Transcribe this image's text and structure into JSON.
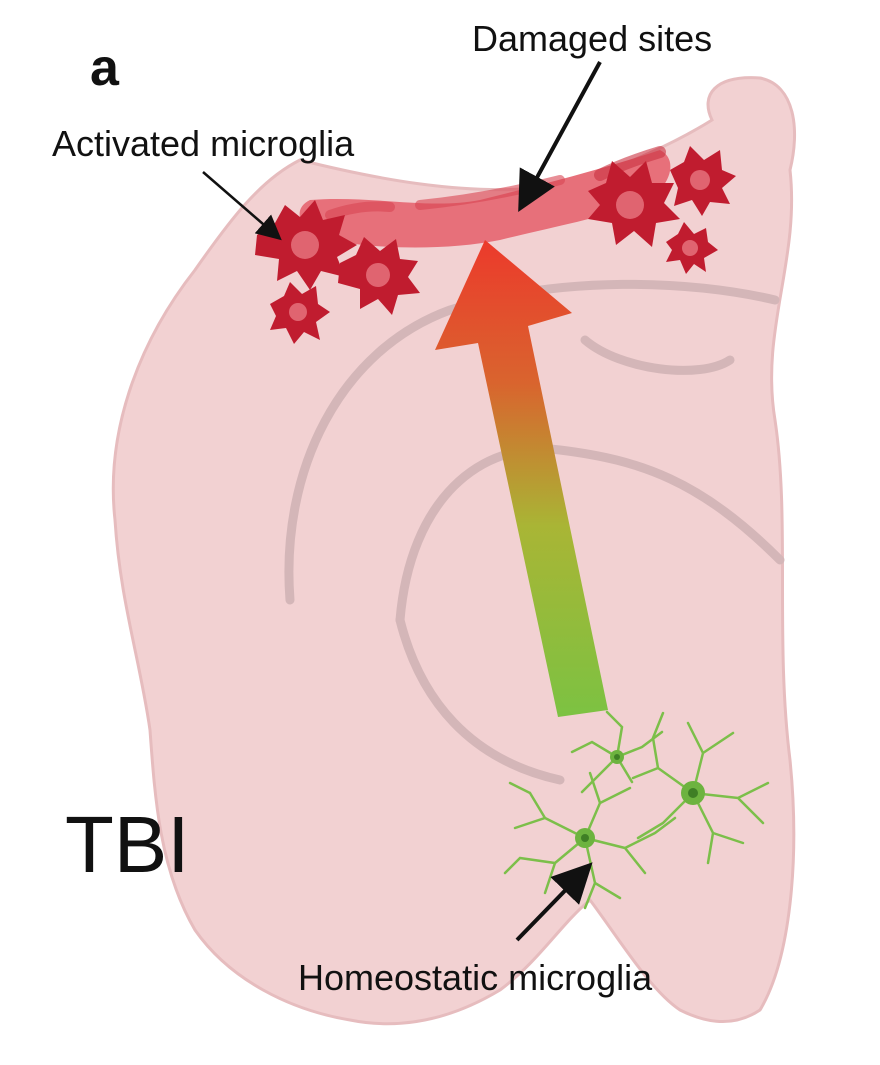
{
  "panel_letter": "a",
  "labels": {
    "damaged_sites": "Damaged sites",
    "activated_microglia": "Activated microglia",
    "homeostatic_microglia": "Homeostatic microglia",
    "condition": "TBI"
  },
  "colors": {
    "tissue": "#f1d0d1",
    "tissue_outline": "#d8a9ab",
    "brain_lines": "#cdb3b5",
    "damage": "#e5646f",
    "damage_dark": "#c9313f",
    "activated_microglia": "#c01c2f",
    "homeostatic_microglia": "#6db33f",
    "migration_arrow_start": "#8ec63f",
    "migration_arrow_end": "#e8392f",
    "pointer": "#111111"
  },
  "icons": {
    "activated": "activated-microglia-icon",
    "homeostatic": "homeostatic-microglia-icon",
    "migration": "migration-arrow-icon"
  }
}
